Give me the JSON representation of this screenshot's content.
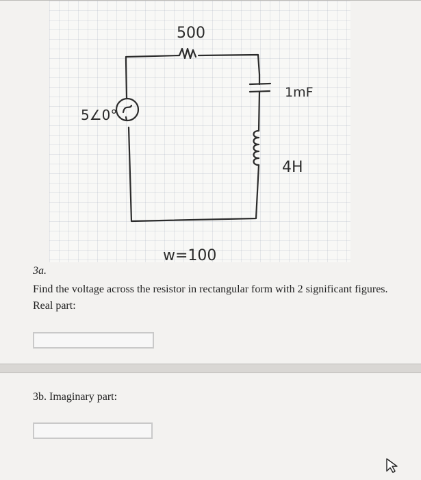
{
  "figure": {
    "resistor_label": "500",
    "source_label": "5∠0°",
    "capacitor_label": "1mF",
    "inductor_label": "4H",
    "omega_label": "w=100"
  },
  "question_a": {
    "number": "3a.",
    "prompt": "Find the voltage across the resistor in rectangular form with 2 significant figures.",
    "field_label": "Real part:",
    "value": ""
  },
  "question_b": {
    "label": "3b. Imaginary part:",
    "value": ""
  },
  "icons": {
    "cursor": "mouse-pointer-icon"
  },
  "colors": {
    "page_bg": "#d9d7d4",
    "card_bg": "#f3f2f0",
    "ink": "#2b2b2b"
  }
}
